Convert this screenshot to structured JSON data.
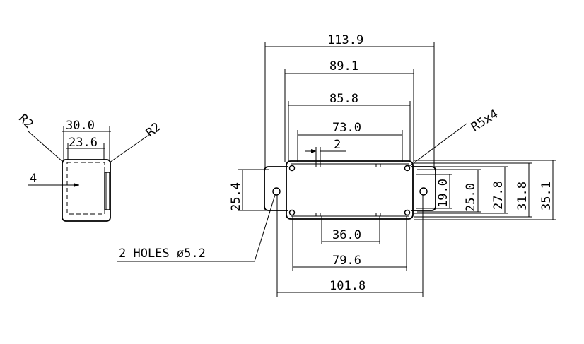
{
  "side_view": {
    "width_outer": "30.0",
    "width_inner": "23.6",
    "radius_left": "R2",
    "radius_right": "R2",
    "thickness": "4"
  },
  "front_view": {
    "overall_length": "113.9",
    "length_89": "89.1",
    "length_85": "85.8",
    "length_73": "73.0",
    "gap_2": "2",
    "corner_radius": "R5x4",
    "height_25_4": "25.4",
    "height_19": "19.0",
    "height_25": "25.0",
    "height_27_8": "27.8",
    "height_31_8": "31.8",
    "height_35_1": "35.1",
    "bottom_36": "36.0",
    "bottom_79_6": "79.6",
    "bottom_101_8": "101.8",
    "holes_note": "2 HOLES ø5.2"
  }
}
